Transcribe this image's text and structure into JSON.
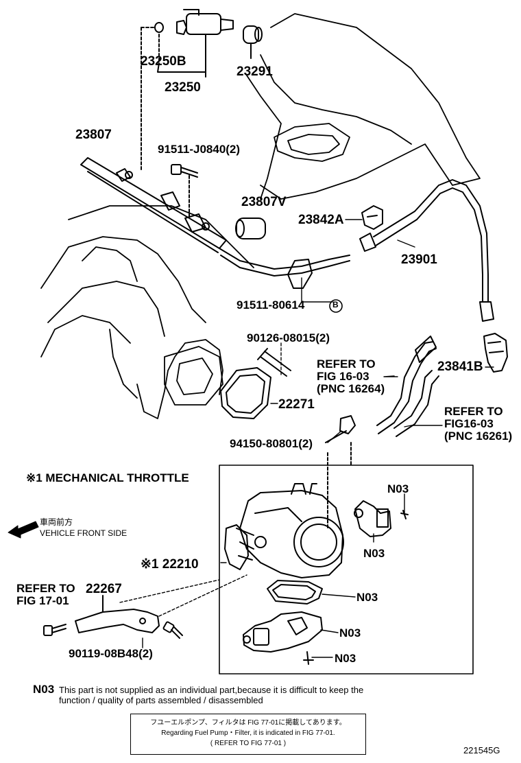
{
  "labels": {
    "p23250B": "23250B",
    "p23250": "23250",
    "p23291": "23291",
    "p23807": "23807",
    "p91511j": "91511-J0840(2)",
    "p23807v": "23807V",
    "p23842a": "23842A",
    "p23901": "23901",
    "p91511b": "91511-80614",
    "bolt_marker": "B",
    "p90126": "90126-08015(2)",
    "p23841b": "23841B",
    "p22271": "22271",
    "p94150": "94150-80801(2)",
    "p22210": "※1 22210",
    "p22267": "22267",
    "p90119": "90119-08B48(2)"
  },
  "refer_left": [
    "REFER TO",
    "FIG 16-03",
    "(PNC 16264)"
  ],
  "refer_right": [
    "REFER TO",
    "FIG16-03",
    "(PNC 16261)"
  ],
  "refer_17": [
    "REFER TO",
    "FIG 17-01"
  ],
  "n03": [
    "N03",
    "N03",
    "N03",
    "N03",
    "N03"
  ],
  "mechanical_note": "※1 MECHANICAL THROTTLE",
  "front": {
    "jp": "車両前方",
    "en": "VEHICLE FRONT SIDE"
  },
  "n03_note": {
    "code": "N03",
    "line1": "This part is not supplied as an individual part,because it is difficult to keep the",
    "line2": "function / quality of parts assembled / disassembled"
  },
  "fuel_note": {
    "line1": "フユーエルポンプ、フィルタは FIG 77-01に掲載してあります。",
    "line2": "Regarding Fuel Pump・Filter, it is indicated in FIG 77-01.",
    "line3": "( REFER TO FIG 77-01 )"
  },
  "figure_id": "221545G"
}
